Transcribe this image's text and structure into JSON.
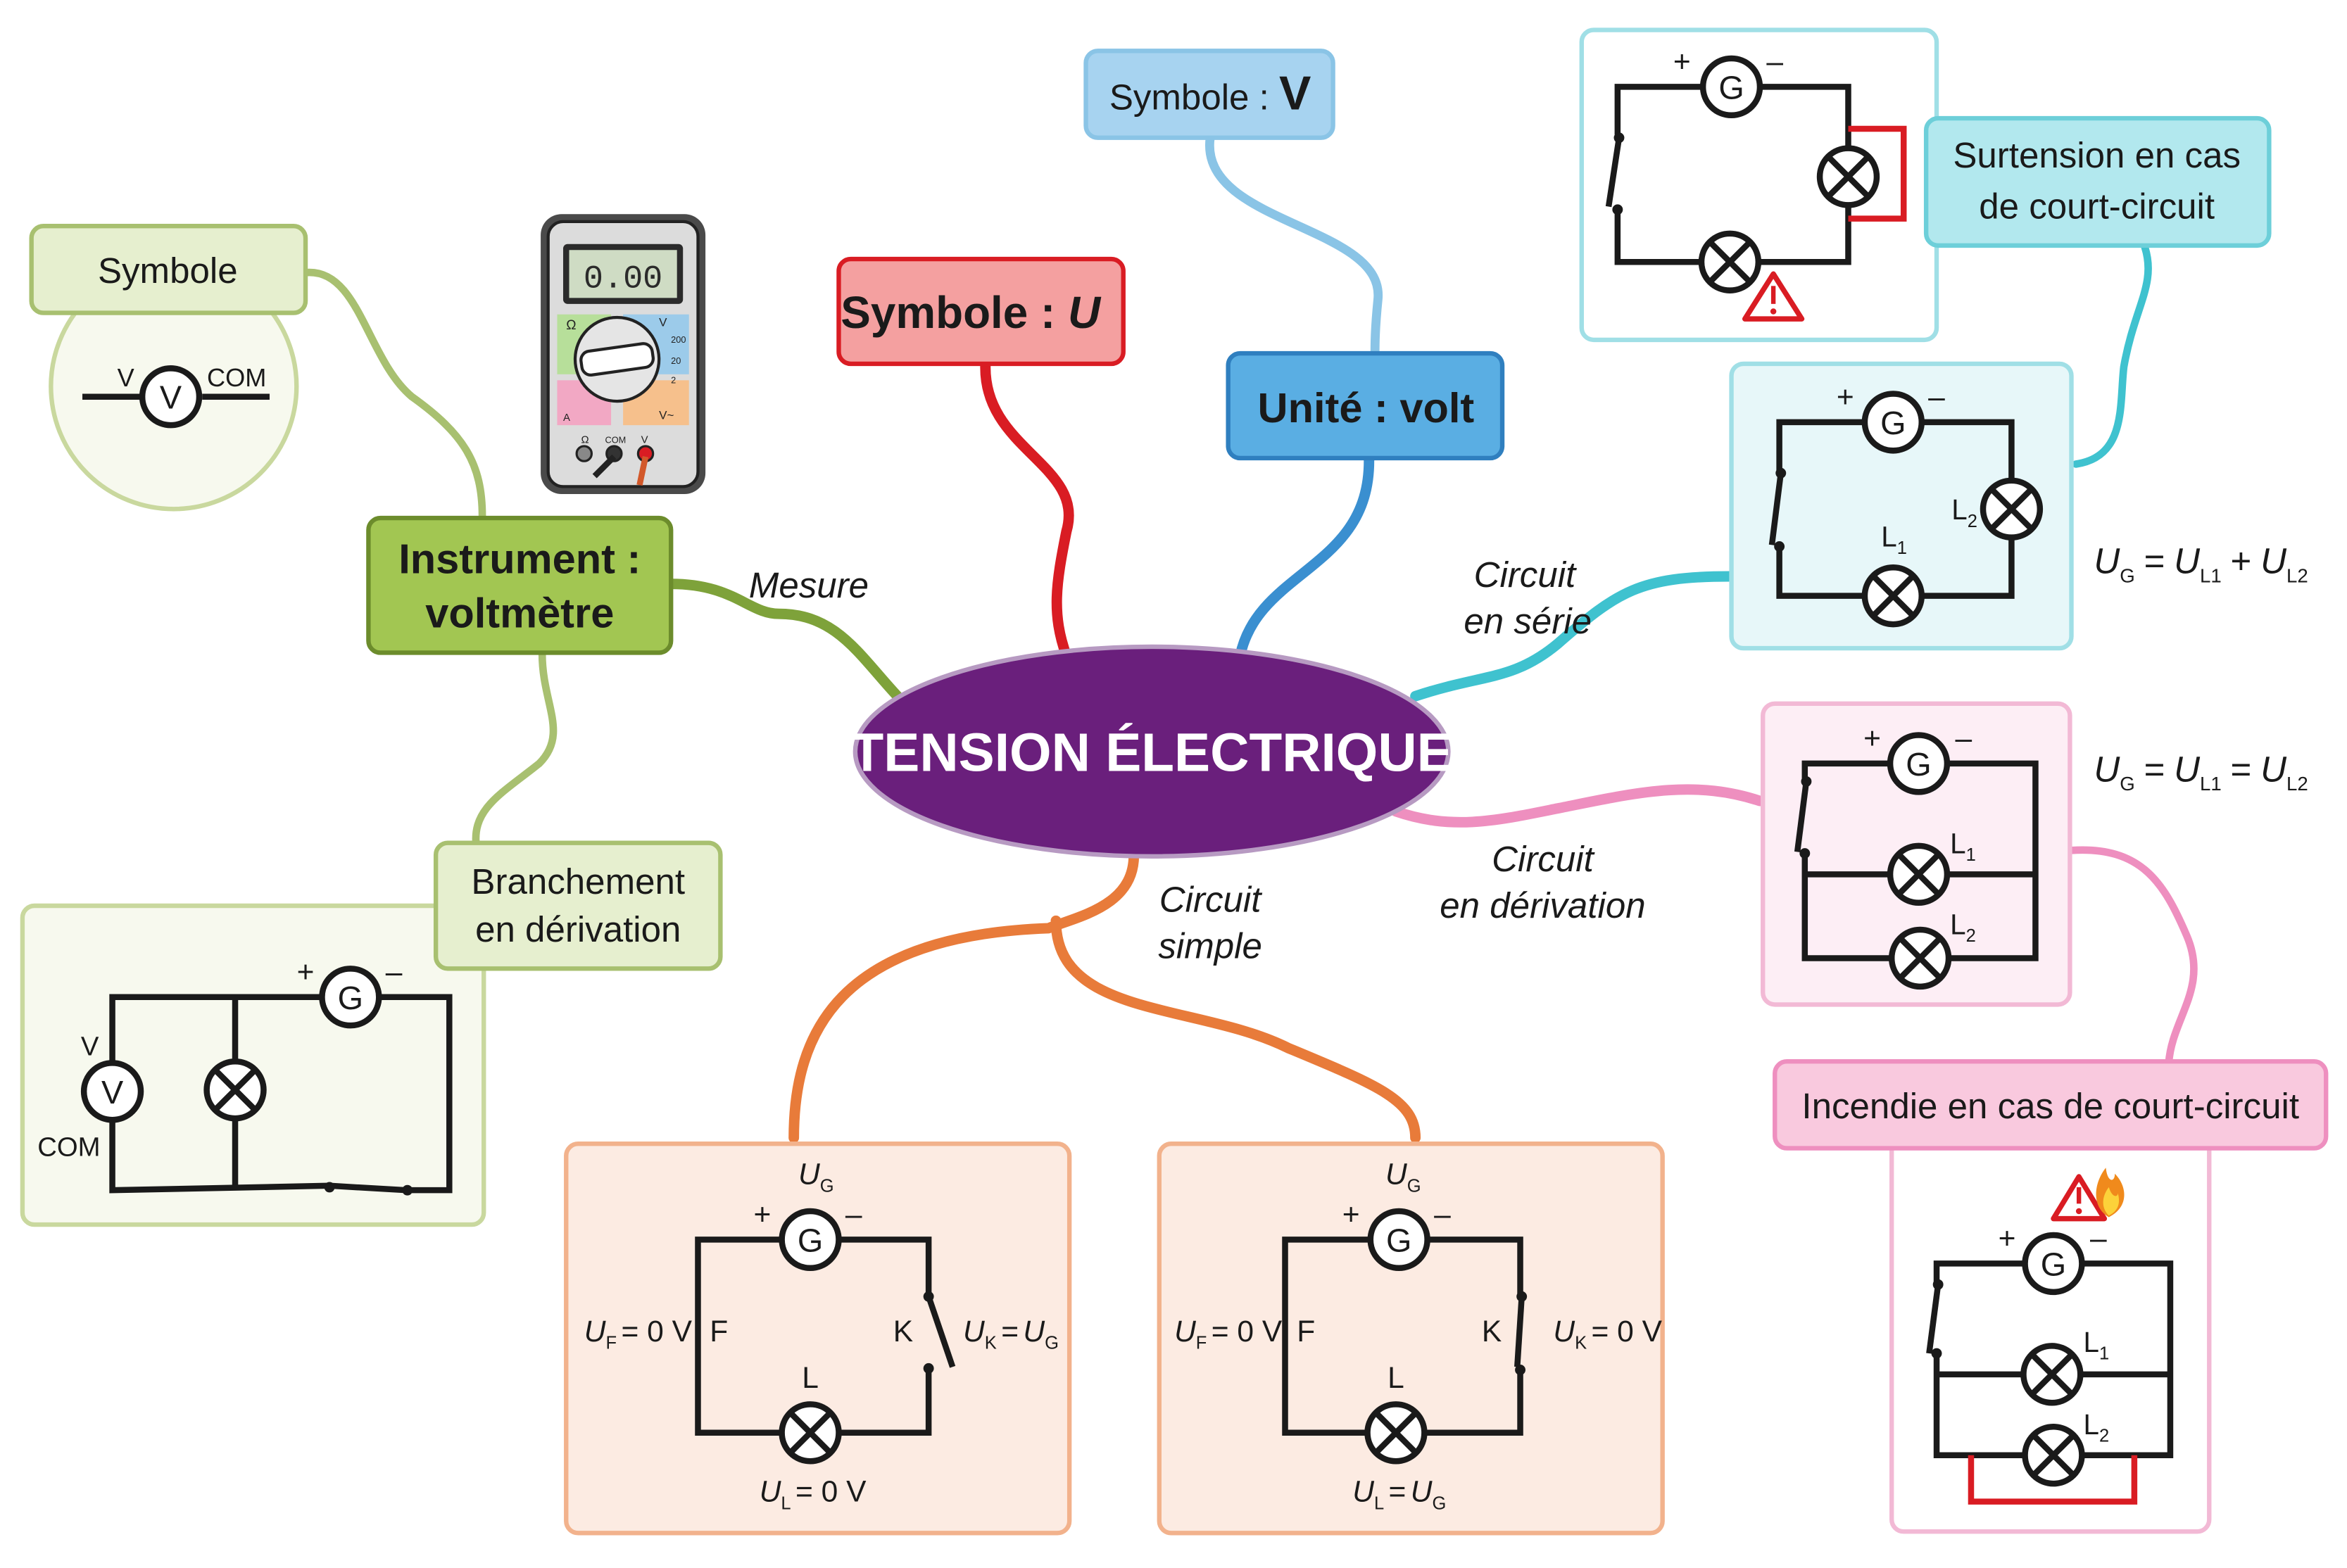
{
  "central": {
    "title": "TENSION ÉLECTRIQUE"
  },
  "colors": {
    "central": "#6a1f7c",
    "red": "#d91c23",
    "blue_light": "#8ac4e6",
    "blue": "#3a8fd0",
    "green": "#7ea23a",
    "green_light": "#a8c070",
    "orange": "#e87b3a",
    "cyan": "#3fc2cf",
    "pink": "#ee8fbf"
  },
  "nodes": {
    "symbole_u": {
      "prefix": "Symbole : ",
      "letter": "U"
    },
    "symbole_v": {
      "prefix": "Symbole : ",
      "letter": "V"
    },
    "unite": {
      "label": "Unité : volt"
    },
    "instrument": {
      "line1": "Instrument :",
      "line2": "voltmètre"
    },
    "symbole": {
      "label": "Symbole"
    },
    "branchement": {
      "line1": "Branchement",
      "line2": "en dérivation"
    },
    "surtension": {
      "line1": "Surtension en cas",
      "line2": "de court-circuit"
    },
    "incendie": {
      "label": "Incendie en cas de court-circuit"
    }
  },
  "edge_labels": {
    "mesure": "Mesure",
    "serie": {
      "line1": "Circuit",
      "line2": "en série"
    },
    "derivation": {
      "line1": "Circuit",
      "line2": "en dérivation"
    },
    "simple": {
      "line1": "Circuit",
      "line2": "simple"
    }
  },
  "formulas": {
    "serie": {
      "lhs": "U",
      "lhs_sub": "G",
      "op1": "=",
      "a": "U",
      "a_sub": "L1",
      "op2": "+",
      "b": "U",
      "b_sub": "L2"
    },
    "derivation": {
      "lhs": "U",
      "lhs_sub": "G",
      "op1": "=",
      "a": "U",
      "a_sub": "L1",
      "op2": "=",
      "b": "U",
      "b_sub": "L2"
    }
  },
  "symbols": {
    "voltmeter_letter": "V",
    "generator_letter": "G",
    "plus": "+",
    "minus": "–",
    "terminal_v": "V",
    "terminal_com": "COM"
  },
  "multimeter": {
    "display": "0.00",
    "left_label": "Ω",
    "right_top_label": "V",
    "right_bottom_label": "V~",
    "bottom_left_label": "A",
    "scale_200": "200",
    "scale_20": "20",
    "scale_2": "2",
    "jack_left": "Ω",
    "jack_com": "COM",
    "jack_v": "V"
  },
  "circuits": {
    "simple_open": {
      "ug": "U",
      "ug_sub": "G",
      "uf": "U",
      "uf_sub": "F",
      "uf_val": "= 0 V",
      "f": "F",
      "k": "K",
      "l": "L",
      "uk": "U",
      "uk_sub": "K",
      "uk_eq": "=",
      "uk_val": "U",
      "uk_val_sub": "G",
      "ul": "U",
      "ul_sub": "L",
      "ul_val": "= 0 V"
    },
    "simple_closed": {
      "ug": "U",
      "ug_sub": "G",
      "uf": "U",
      "uf_sub": "F",
      "uf_val": "= 0 V",
      "f": "F",
      "k": "K",
      "l": "L",
      "uk": "U",
      "uk_sub": "K",
      "uk_val": "= 0 V",
      "ul": "U",
      "ul_sub": "L",
      "ul_eq": "=",
      "ul_val": "U",
      "ul_val_sub": "G"
    },
    "serie": {
      "l1": "L",
      "l1_sub": "1",
      "l2": "L",
      "l2_sub": "2"
    },
    "derivation": {
      "l1": "L",
      "l1_sub": "1",
      "l2": "L",
      "l2_sub": "2"
    },
    "incendie": {
      "l1": "L",
      "l1_sub": "1",
      "l2": "L",
      "l2_sub": "2"
    }
  }
}
